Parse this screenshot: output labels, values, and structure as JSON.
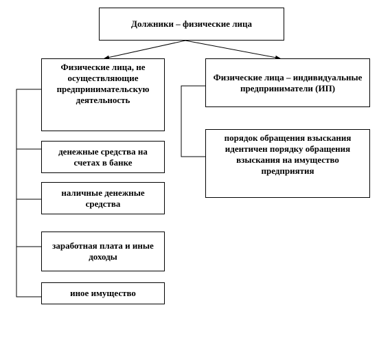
{
  "root": {
    "label": "Должники – физические лица"
  },
  "left": {
    "label": "Физические лица, не осуществляющие предпринимательскую деятельность",
    "items": [
      "денежные средства на счетах в банке",
      "наличные денежные средства",
      "заработная плата и иные доходы",
      "иное имущество"
    ]
  },
  "right": {
    "label": "Физические лица – индивидуальные предприниматели (ИП)",
    "note": "порядок обращения взыскания идентичен порядку обращения взыскания на имущество предприятия"
  }
}
